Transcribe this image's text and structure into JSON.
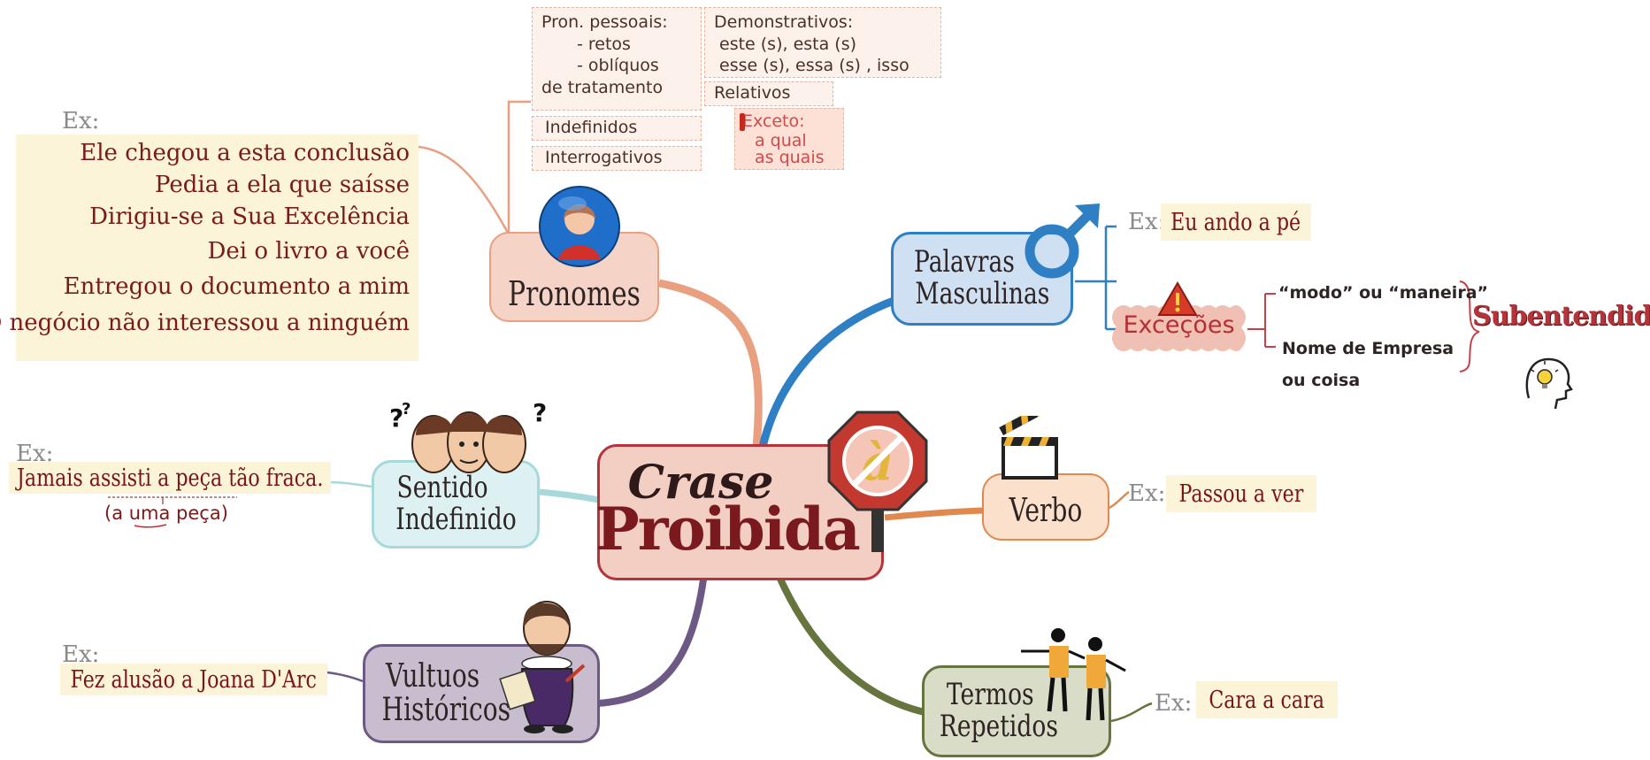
{
  "center": {
    "line1": "Crase",
    "line2": "Proibida"
  },
  "branches": {
    "pronomes": {
      "label": "Pronomes",
      "ex_label": "Ex:",
      "examples": [
        "Ele chegou a esta conclusão",
        "Pedia a ela que saísse",
        "Dirigiu-se a Sua  Excelência",
        "Dei o livro a você",
        "Entregou o documento a mim",
        "O negócio não interessou a ninguém"
      ],
      "categories": {
        "pessoais": [
          "Pron. pessoais:",
          "- retos",
          "- oblíquos",
          "de tratamento"
        ],
        "demonstrativos": [
          "Demonstrativos:",
          "este (s), esta (s)",
          "esse (s), essa (s) , isso"
        ],
        "relativos": "Relativos",
        "indefinidos": "Indefinidos",
        "interrogativos": "Interrogativos",
        "exceto": [
          "Exceto:",
          "a qual",
          "as quais"
        ]
      }
    },
    "masculinas": {
      "line1": "Palavras",
      "line2": "Masculinas",
      "ex_label": "Ex:",
      "example": "Eu ando a pé",
      "excecoes": "Exceções",
      "exceptions": [
        "“modo” ou “maneira”",
        "Nome de Empresa",
        "ou coisa"
      ],
      "subentendido": "Subentendido"
    },
    "verbo": {
      "label": "Verbo",
      "ex_label": "Ex:",
      "example": "Passou a ver"
    },
    "termos": {
      "line1": "Termos",
      "line2": "Repetidos",
      "ex_label": "Ex:",
      "example": "Cara a cara"
    },
    "vultos": {
      "line1": "Vultuos",
      "line2": "Históricos",
      "ex_label": "Ex:",
      "example": "Fez alusão a Joana D'Arc"
    },
    "sentido": {
      "line1": "Sentido",
      "line2": "Indefinido",
      "ex_label": "Ex:",
      "example": "Jamais assisti a peça tão fraca.",
      "note": "(a uma peça)"
    }
  },
  "colors": {
    "pronomes": "#e8a080",
    "masculinas": "#2f7fc4",
    "verbo": "#e0884e",
    "termos": "#66743e",
    "vultos": "#6c5a84",
    "sentido": "#a6d8dc",
    "center_border": "#b5333a"
  },
  "icons": [
    "person-icon",
    "male-symbol-icon",
    "warning-icon",
    "lightbulb-head-icon",
    "clapperboard-icon",
    "prohibited-sign-icon",
    "confused-faces-icon",
    "shakespeare-icon",
    "dancing-figures-icon"
  ]
}
